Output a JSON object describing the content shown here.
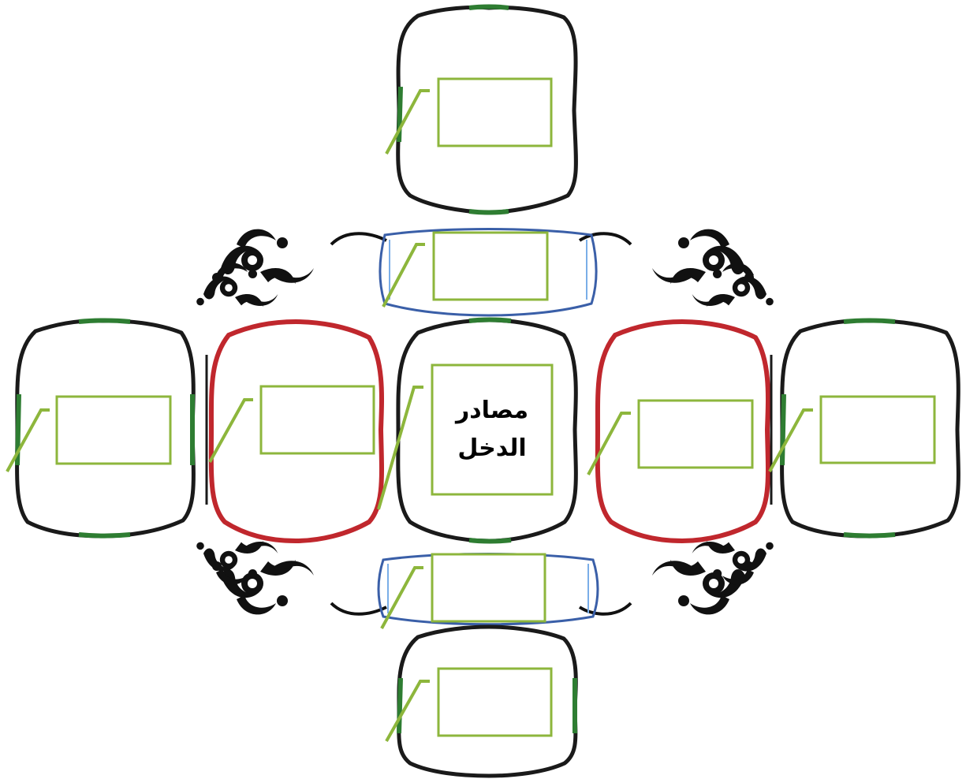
{
  "center_topic": {
    "line1": "مصادر",
    "line2": "الدخل"
  },
  "colors": {
    "box_border": "#8db63c",
    "frame_black": "#1a1a1a",
    "frame_red": "#c0272d",
    "frame_green": "#2e7d32",
    "frame_blue": "#4a7fd4",
    "ornament": "#111111"
  },
  "answer_boxes": [
    {
      "id": "top",
      "text": ""
    },
    {
      "id": "upper-middle",
      "text": ""
    },
    {
      "id": "far-left",
      "text": ""
    },
    {
      "id": "inner-left",
      "text": ""
    },
    {
      "id": "inner-right",
      "text": ""
    },
    {
      "id": "far-right",
      "text": ""
    },
    {
      "id": "lower-middle",
      "text": ""
    },
    {
      "id": "bottom",
      "text": ""
    }
  ]
}
